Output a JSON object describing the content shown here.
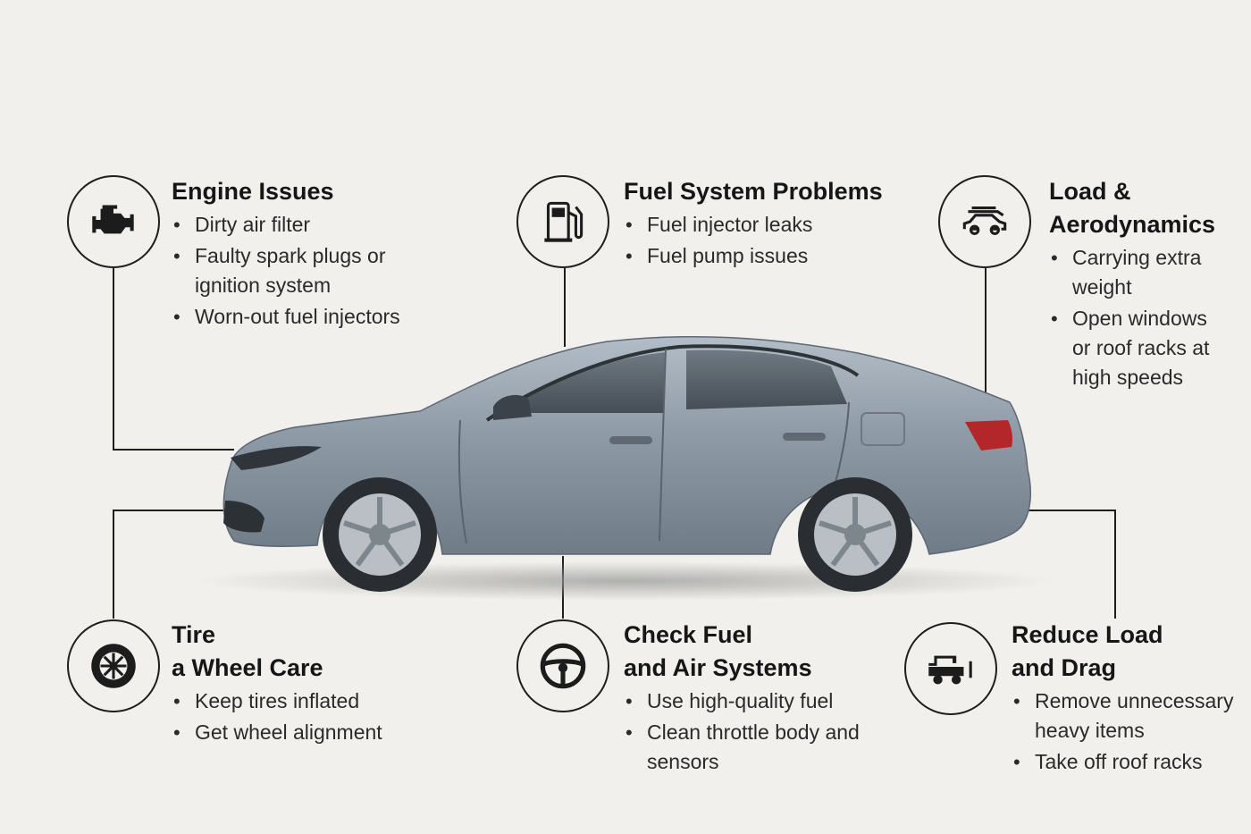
{
  "sections": [
    {
      "id": "engine",
      "icon": "engine-icon",
      "title_lines": [
        "Engine Issues"
      ],
      "items": [
        "Dirty air filter",
        "Faulty spark plugs or ignition system",
        "Worn-out fuel injectors"
      ]
    },
    {
      "id": "fuel-system",
      "icon": "fuel-pump-icon",
      "title_lines": [
        "Fuel System Problems"
      ],
      "items": [
        "Fuel injector leaks",
        "Fuel pump issues"
      ]
    },
    {
      "id": "load-aero",
      "icon": "car-roof-rack-icon",
      "title_lines": [
        "Load &",
        "Aerodynamics"
      ],
      "items": [
        "Carrying extra weight",
        "Open windows or roof racks at high speeds"
      ]
    },
    {
      "id": "tire-wheel",
      "icon": "tire-icon",
      "title_lines": [
        "Tire",
        "a Wheel Care"
      ],
      "items": [
        "Keep tires inflated",
        "Get wheel alignment"
      ]
    },
    {
      "id": "fuel-air",
      "icon": "steering-wheel-icon",
      "title_lines": [
        "Check Fuel",
        "and Air Systems"
      ],
      "items": [
        "Use high-quality fuel",
        "Clean throttle body and sensors"
      ]
    },
    {
      "id": "reduce-load",
      "icon": "truck-icon",
      "title_lines": [
        "Reduce Load",
        "and Drag"
      ],
      "items": [
        "Remove unnecessary heavy items",
        "Take off roof racks"
      ]
    }
  ],
  "colors": {
    "background": "#f1f0ed",
    "car_body": "#8e9aa6",
    "line": "#1e1e1e",
    "taillight": "#b3262a"
  }
}
